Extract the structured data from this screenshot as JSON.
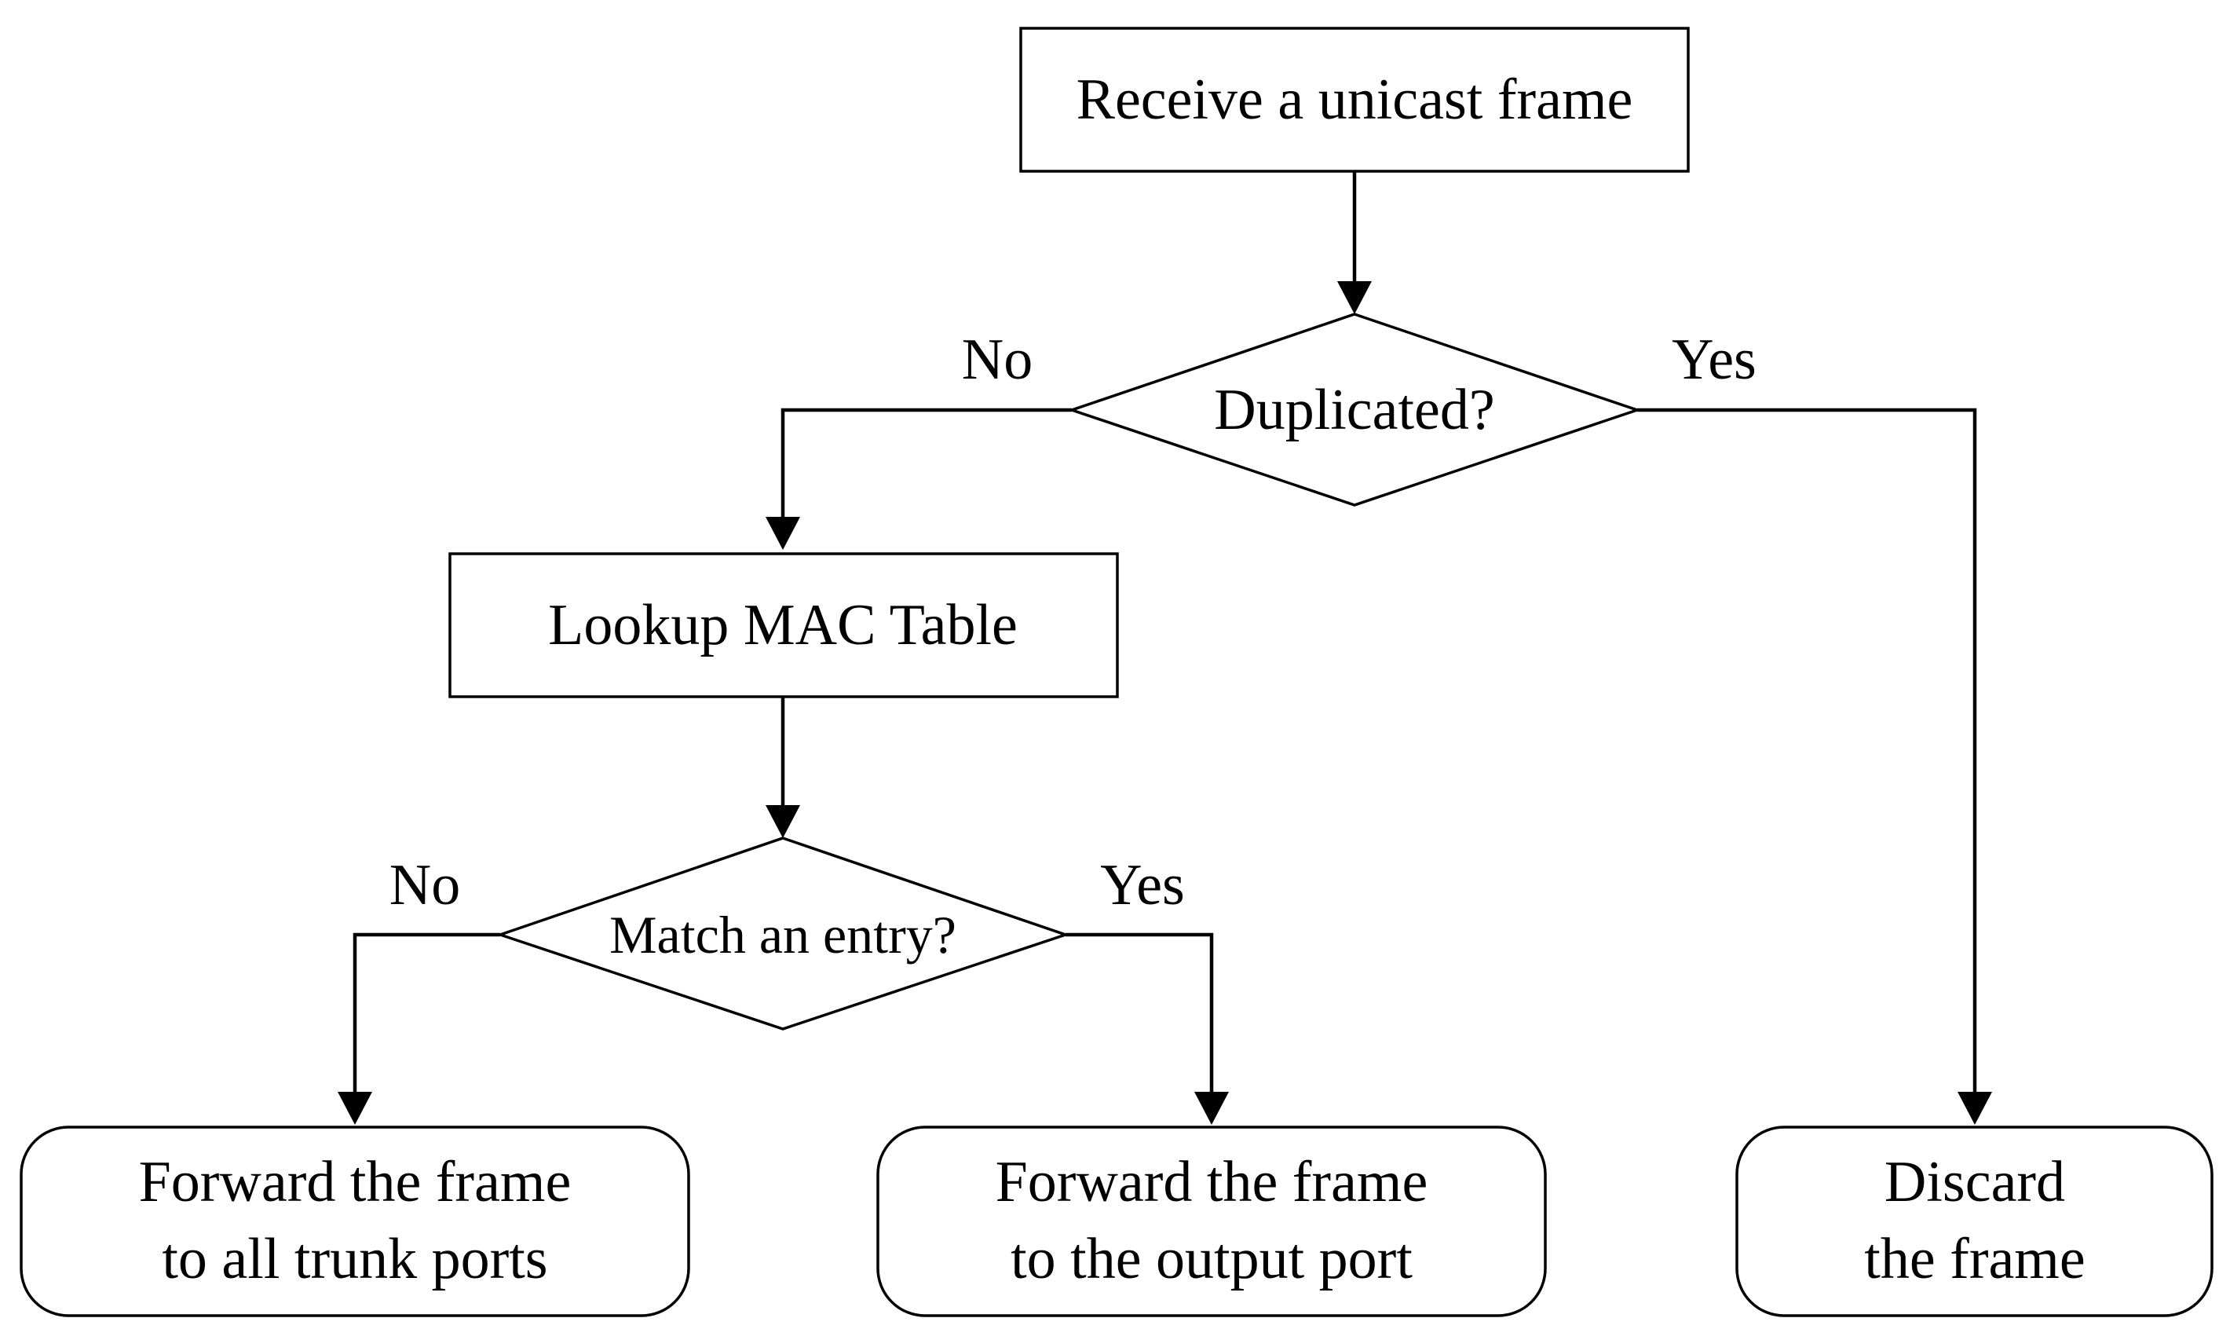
{
  "nodes": {
    "receive": {
      "text": "Receive a unicast frame"
    },
    "duplicated": {
      "text": "Duplicated?"
    },
    "lookup": {
      "text": "Lookup MAC Table"
    },
    "match": {
      "text": "Match an entry?"
    },
    "forward_trunk": {
      "line1": "Forward the frame",
      "line2": "to all trunk ports"
    },
    "forward_output": {
      "line1": "Forward the frame",
      "line2": "to the output port"
    },
    "discard": {
      "line1": "Discard",
      "line2": "the frame"
    }
  },
  "edge_labels": {
    "dup_no": "No",
    "dup_yes": "Yes",
    "match_no": "No",
    "match_yes": "Yes"
  }
}
